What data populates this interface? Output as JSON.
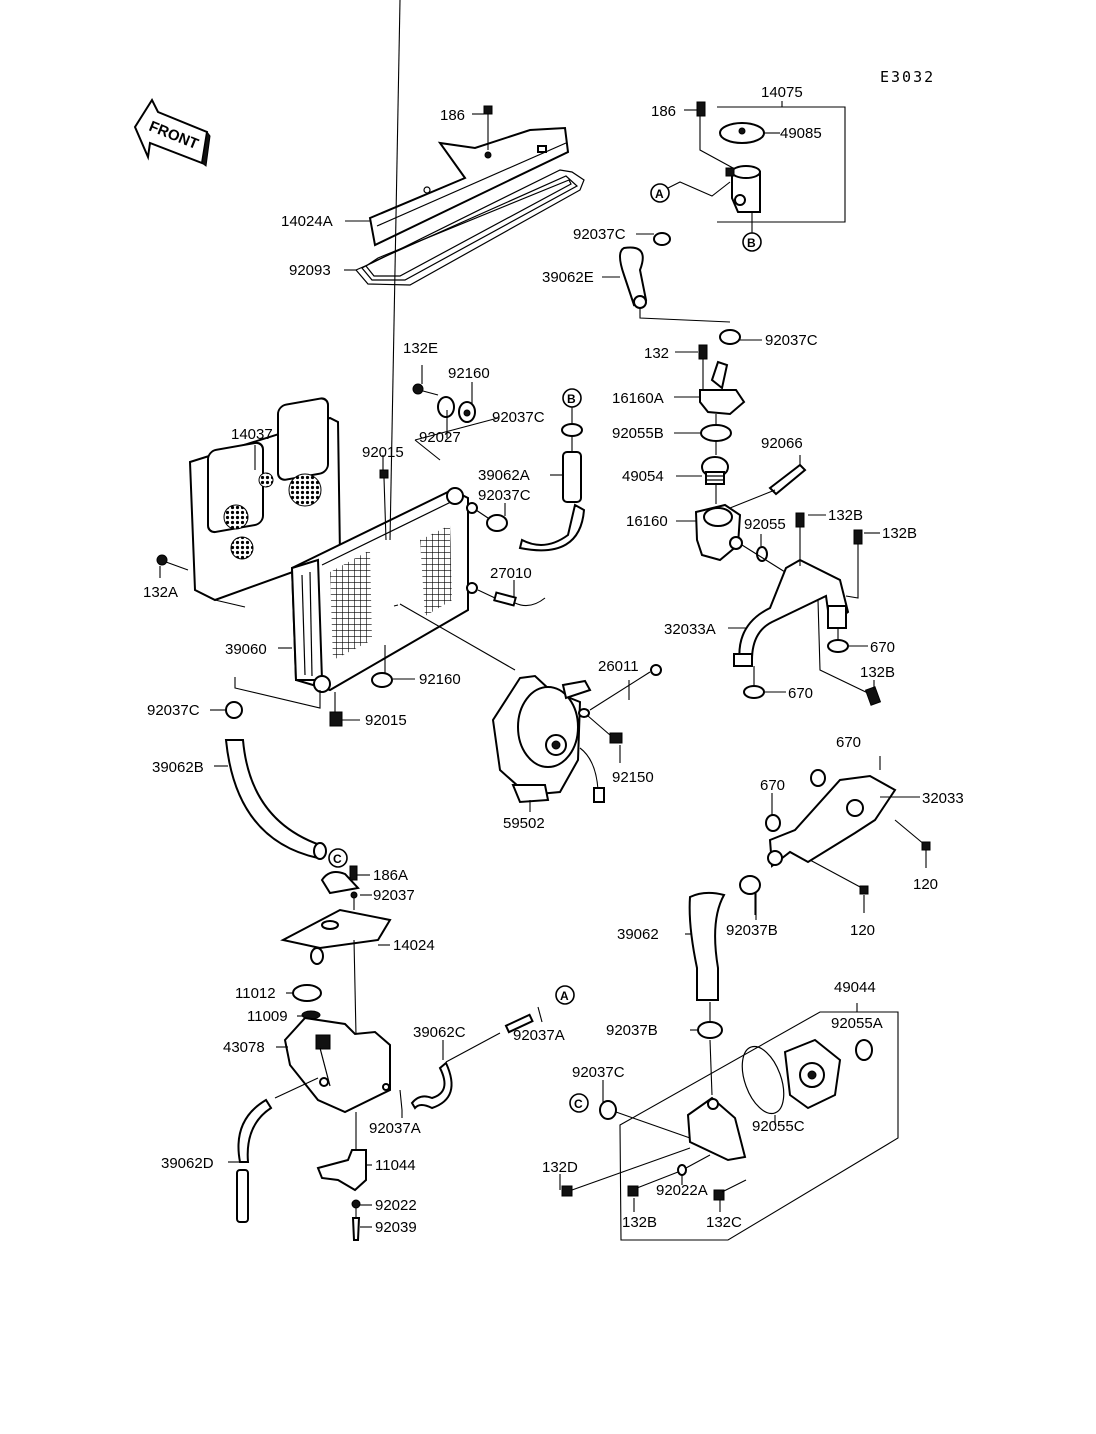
{
  "diagram": {
    "code": "E3032",
    "front_label": "FRONT",
    "ref_markers": {
      "a": "A",
      "b": "B",
      "c": "C"
    },
    "labels": {
      "p186_top": "186",
      "p14024A": "14024A",
      "p92093": "92093",
      "p14075": "14075",
      "p186_right": "186",
      "p49085": "49085",
      "p92037C_1": "92037C",
      "p39062E": "39062E",
      "p92037C_2": "92037C",
      "p132": "132",
      "p16160A": "16160A",
      "p92055B": "92055B",
      "p92066": "92066",
      "p49054": "49054",
      "p16160": "16160",
      "p92055": "92055",
      "p132B_1": "132B",
      "p132B_2": "132B",
      "p32033A": "32033A",
      "p670_1": "670",
      "p670_2": "670",
      "p132B_3": "132B",
      "p132E": "132E",
      "p92160_top": "92160",
      "p92027": "92027",
      "p92037C_3": "92037C",
      "p14037": "14037",
      "p92015_top": "92015",
      "p39062A": "39062A",
      "p92037C_4": "92037C",
      "p27010": "27010",
      "p132A": "132A",
      "p39060": "39060",
      "p92160_bot": "92160",
      "p92037C_5": "92037C",
      "p92015_bot": "92015",
      "p26011": "26011",
      "p92150": "92150",
      "p59502": "59502",
      "p39062B": "39062B",
      "p186A": "186A",
      "p92037": "92037",
      "p14024": "14024",
      "p11012": "11012",
      "p11009": "11009",
      "p43078": "43078",
      "p39062C": "39062C",
      "p92037A_1": "92037A",
      "p92037A_2": "92037A",
      "p39062D": "39062D",
      "p11044": "11044",
      "p92022": "92022",
      "p92039": "92039",
      "p670_3": "670",
      "p670_4": "670",
      "p32033": "32033",
      "p120_1": "120",
      "p120_2": "120",
      "p39062": "39062",
      "p92037B_1": "92037B",
      "p49044": "49044",
      "p92055A": "92055A",
      "p92037B_2": "92037B",
      "p92037C_6": "92037C",
      "p92055C": "92055C",
      "p132D": "132D",
      "p92022A": "92022A",
      "p132B_4": "132B",
      "p132C": "132C"
    }
  }
}
